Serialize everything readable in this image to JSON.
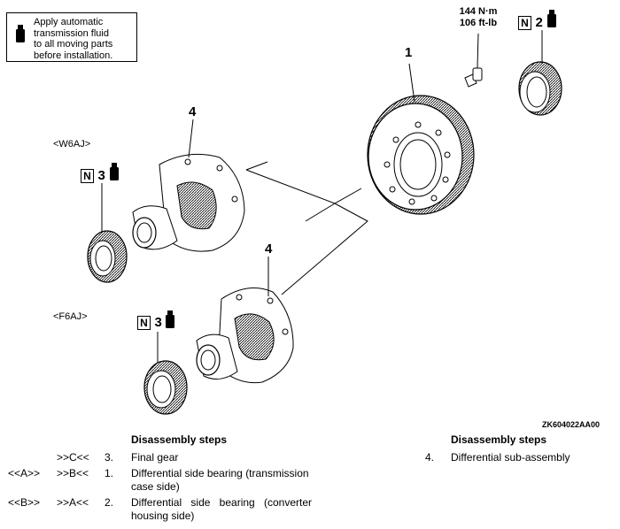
{
  "note": {
    "text_lines": [
      "Apply automatic",
      "transmission fluid",
      "to all moving parts",
      "before installation."
    ]
  },
  "torque": {
    "metric": "144 N·m",
    "imperial": "106 ft-lb"
  },
  "callouts": {
    "final_gear": "1",
    "bearing_top": "2",
    "bearing_w6aj": "3",
    "bearing_f6aj": "3",
    "diff_w6aj": "4",
    "diff_f6aj": "4"
  },
  "badges": {
    "n_label": "N"
  },
  "variants": {
    "w6aj": "<W6AJ>",
    "f6aj": "<F6AJ>"
  },
  "figure_code": "ZK604022AA00",
  "steps_left": {
    "title": "Disassembly steps",
    "rows": [
      {
        "install": "",
        "remove": ">>C<<",
        "num": "3.",
        "lines": [
          "Final gear"
        ]
      },
      {
        "install": "<<A>>",
        "remove": ">>B<<",
        "num": "1.",
        "lines": [
          "Differential side bearing (transmission",
          "case side)"
        ]
      },
      {
        "install": "<<B>>",
        "remove": ">>A<<",
        "num": "2.",
        "lines": [
          "Differential side bearing (converter",
          "housing side)"
        ]
      }
    ]
  },
  "steps_right": {
    "title": "Disassembly steps",
    "rows": [
      {
        "num": "4.",
        "lines": [
          "Differential sub-assembly"
        ]
      }
    ]
  }
}
